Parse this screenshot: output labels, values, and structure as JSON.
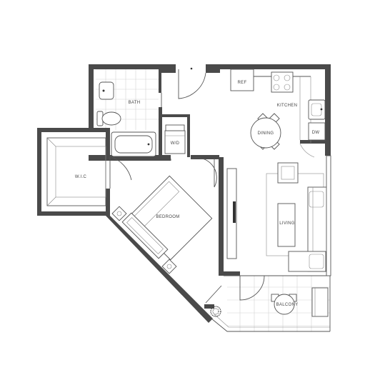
{
  "rooms": {
    "bath": "BATH",
    "wd": "W/D",
    "ref": "REF",
    "kitchen": "KITCHEN",
    "dining": "DINING",
    "dw": "DW",
    "wic": "W.I.C",
    "bedroom": "BEDROOM",
    "living": "LIVING",
    "balcony": "BALCONY"
  }
}
